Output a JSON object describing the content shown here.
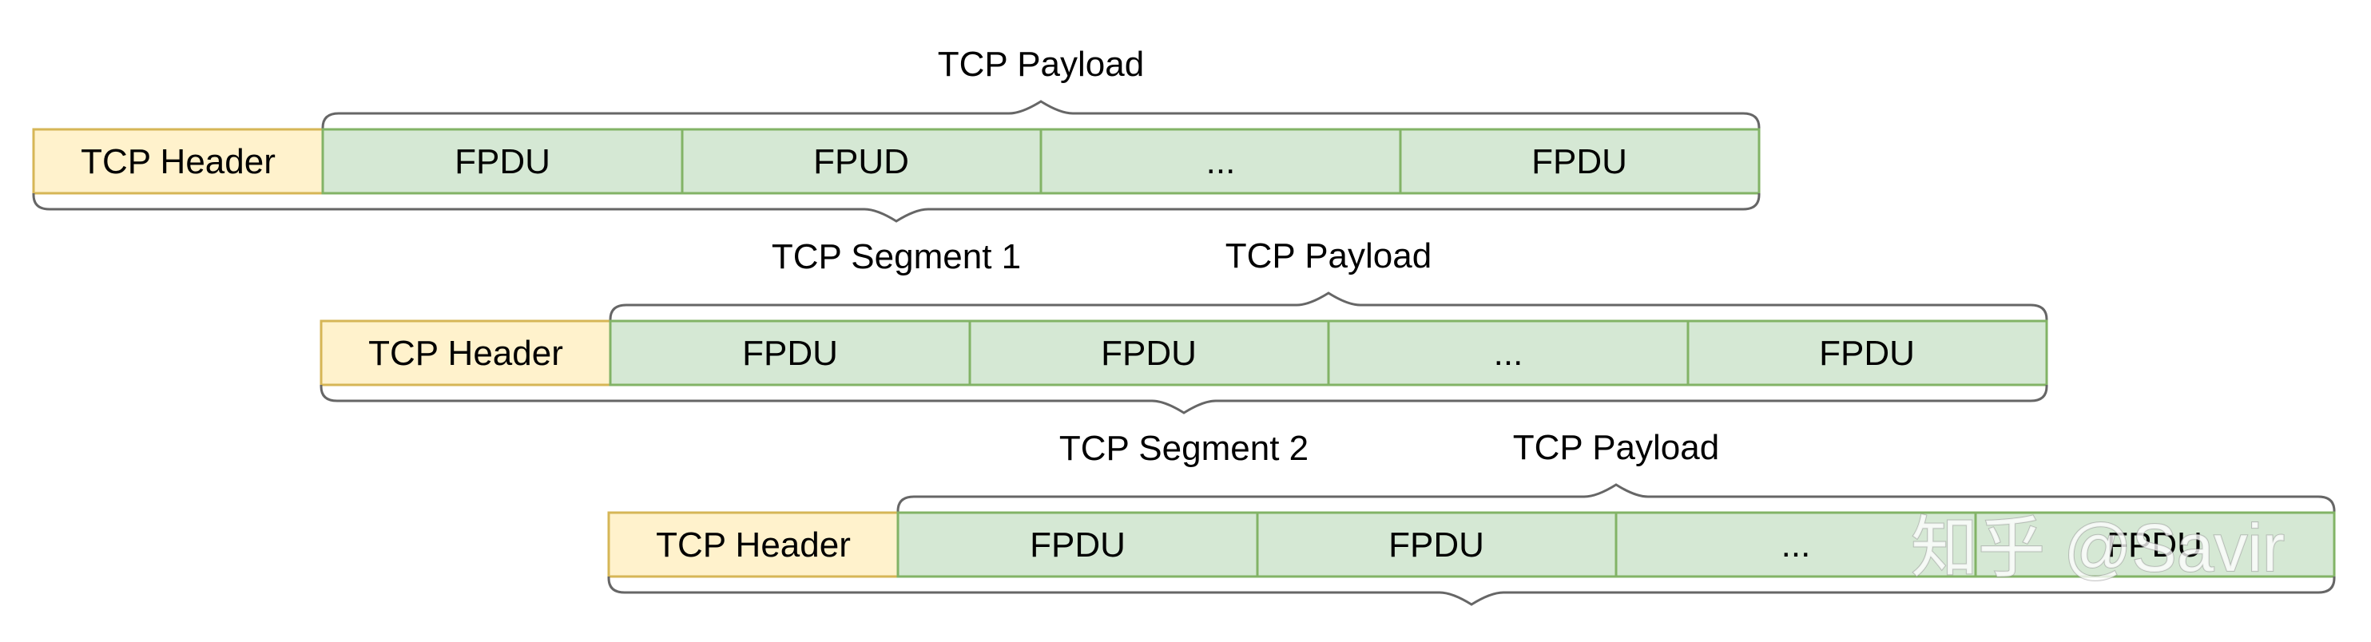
{
  "colors": {
    "header_fill": "#fff2cc",
    "header_stroke": "#d6b656",
    "fpdu_fill": "#d5e8d4",
    "fpdu_stroke": "#82b366",
    "brace_stroke": "#666666",
    "text": "#000000",
    "watermark": "#ffffff"
  },
  "rows": [
    {
      "payload_label": "TCP Payload",
      "header_label": "TCP Header",
      "cells": [
        "FPDU",
        "FPUD",
        "...",
        "FPDU"
      ],
      "segment_label": "TCP Segment 1"
    },
    {
      "payload_label": "TCP Payload",
      "header_label": "TCP Header",
      "cells": [
        "FPDU",
        "FPDU",
        "...",
        "FPDU"
      ],
      "segment_label": "TCP Segment 2"
    },
    {
      "payload_label": "TCP Payload",
      "header_label": "TCP Header",
      "cells": [
        "FPDU",
        "FPDU",
        "...",
        "FPDU"
      ],
      "segment_label": ""
    }
  ],
  "watermark": {
    "text": "知乎 @Savir"
  }
}
